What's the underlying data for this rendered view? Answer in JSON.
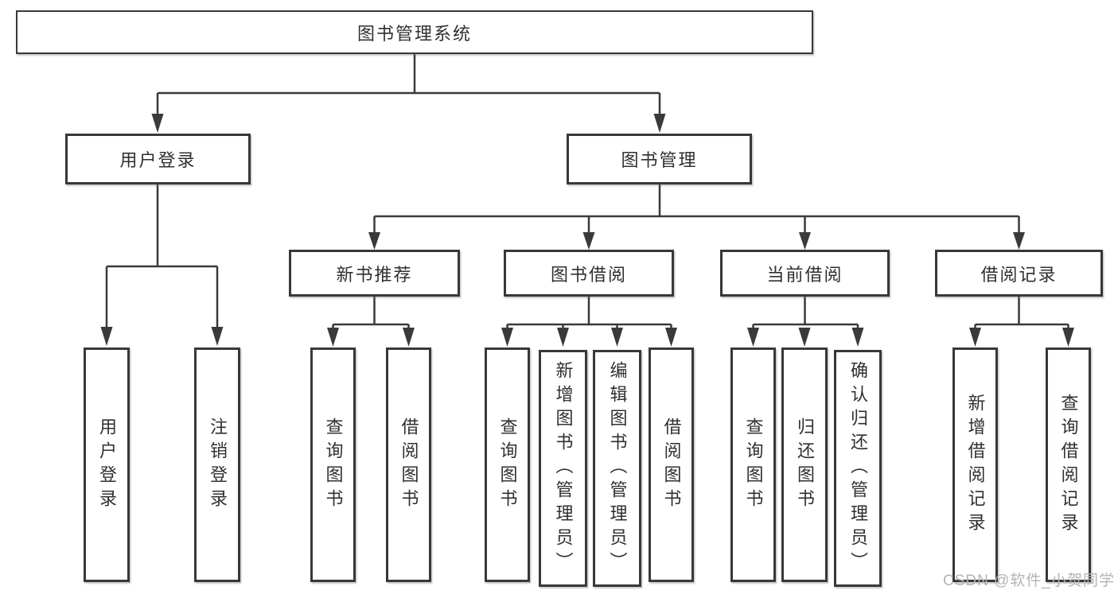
{
  "diagram_title": "图书管理系统",
  "watermark": "CSDN @软件_小贺同学",
  "colors": {
    "line": "#3a3a3a",
    "box_border": "#383838",
    "text": "#303030",
    "background": "#ffffff",
    "watermark": "#b3b3b3"
  },
  "tree": {
    "root": {
      "label": "图书管理系统"
    },
    "children": [
      {
        "label": "用户登录",
        "leaves": [
          "用户登录",
          "注销登录"
        ]
      },
      {
        "label": "图书管理",
        "children": [
          {
            "label": "新书推荐",
            "leaves": [
              "查询图书",
              "借阅图书"
            ]
          },
          {
            "label": "图书借阅",
            "leaves": [
              "查询图书",
              "新增图书（管理员）",
              "编辑图书（管理员）",
              "借阅图书"
            ]
          },
          {
            "label": "当前借阅",
            "leaves": [
              "查询图书",
              "归还图书",
              "确认归还（管理员）"
            ]
          },
          {
            "label": "借阅记录",
            "leaves": [
              "新增借阅记录",
              "查询借阅记录"
            ]
          }
        ]
      }
    ]
  }
}
